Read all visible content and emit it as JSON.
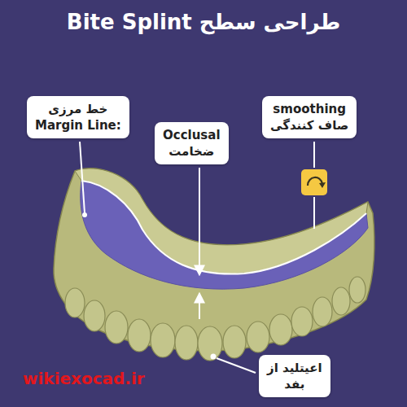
{
  "diagram": {
    "title": "طراحی سطح Bite Splint",
    "nodes": [
      {
        "text": [
          "خط مرزی",
          "Margin Line:"
        ]
      },
      {
        "text": [
          "Occlusal",
          "ضخامت"
        ]
      },
      {
        "text": [
          "smoothing",
          "صاف کنندگی"
        ]
      },
      {
        "text": [
          "اعیتلید از",
          "بفد"
        ]
      }
    ],
    "labels": [
      "wikiexocad.ir"
    ]
  }
}
